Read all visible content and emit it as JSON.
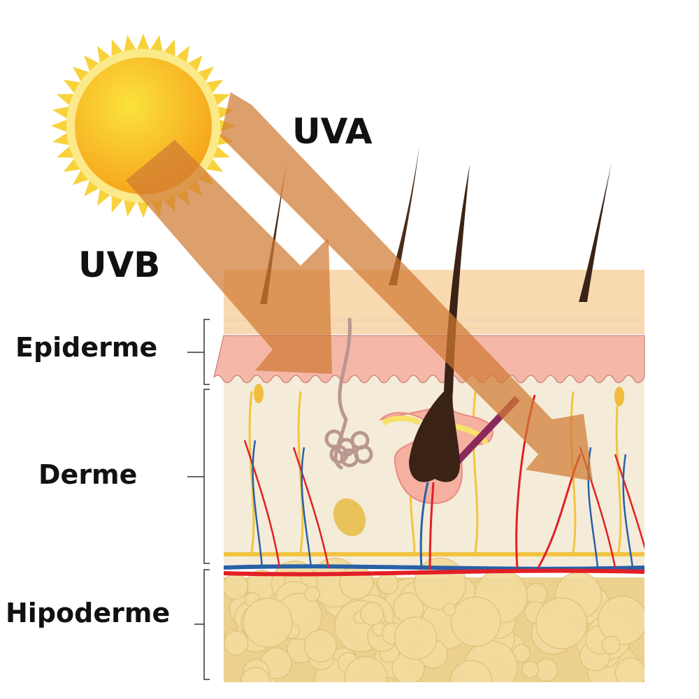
{
  "rays": {
    "uva": "UVA",
    "uvb": "UVB"
  },
  "layers": {
    "epiderme": "Epiderme",
    "derme": "Derme",
    "hipoderme": "Hipoderme"
  },
  "colors": {
    "sun_core": "#f8b21c",
    "sun_rays": "#f7d23a",
    "ray_arrow": "#d98a45",
    "stratum_corneum": "#f9d9b0",
    "epidermis_pink": "#f5b7a8",
    "dermis": "#f4ecd8",
    "hypodermis": "#ecd08e",
    "artery": "#e21f26",
    "vein": "#2860a8",
    "nerve": "#f3c341",
    "hair": "#3a2315"
  }
}
